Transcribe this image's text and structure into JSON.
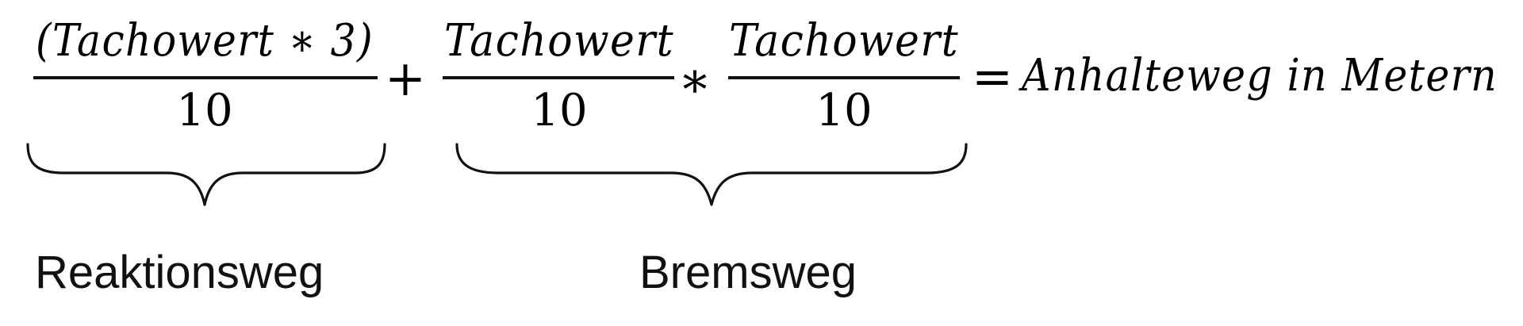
{
  "formula": {
    "term1": {
      "numerator": "(Tachowert ∗ 3)",
      "denominator": "10"
    },
    "plus": "+",
    "term2": {
      "numerator": "Tachowert",
      "denominator": "10"
    },
    "times": "∗",
    "term3": {
      "numerator": "Tachowert",
      "denominator": "10"
    },
    "equals": "=",
    "result": "Anhalteweg in Metern"
  },
  "labels": {
    "reaction": "Reaktionsweg",
    "braking": "Bremsweg"
  }
}
